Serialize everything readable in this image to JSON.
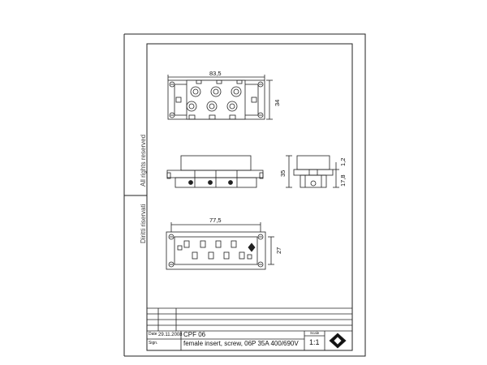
{
  "side_notes": {
    "rights_reserved": "All rights reserved",
    "diritti_riservati": "Diritti riservati"
  },
  "dimensions": {
    "top_width": "83,5",
    "top_height": "34",
    "side_height": "35",
    "side_gap": "1,2",
    "side_lower": "17,8",
    "bottom_width": "77,5",
    "bottom_height": "27"
  },
  "title_block": {
    "date_label": "Date",
    "date_value": "29.11.2008",
    "sign_label": "Sign.",
    "code": "CPF 06",
    "description": "female insert, screw, 06P 35A 400/690V",
    "scale_label": "Scale",
    "scale_value": "1:1"
  }
}
